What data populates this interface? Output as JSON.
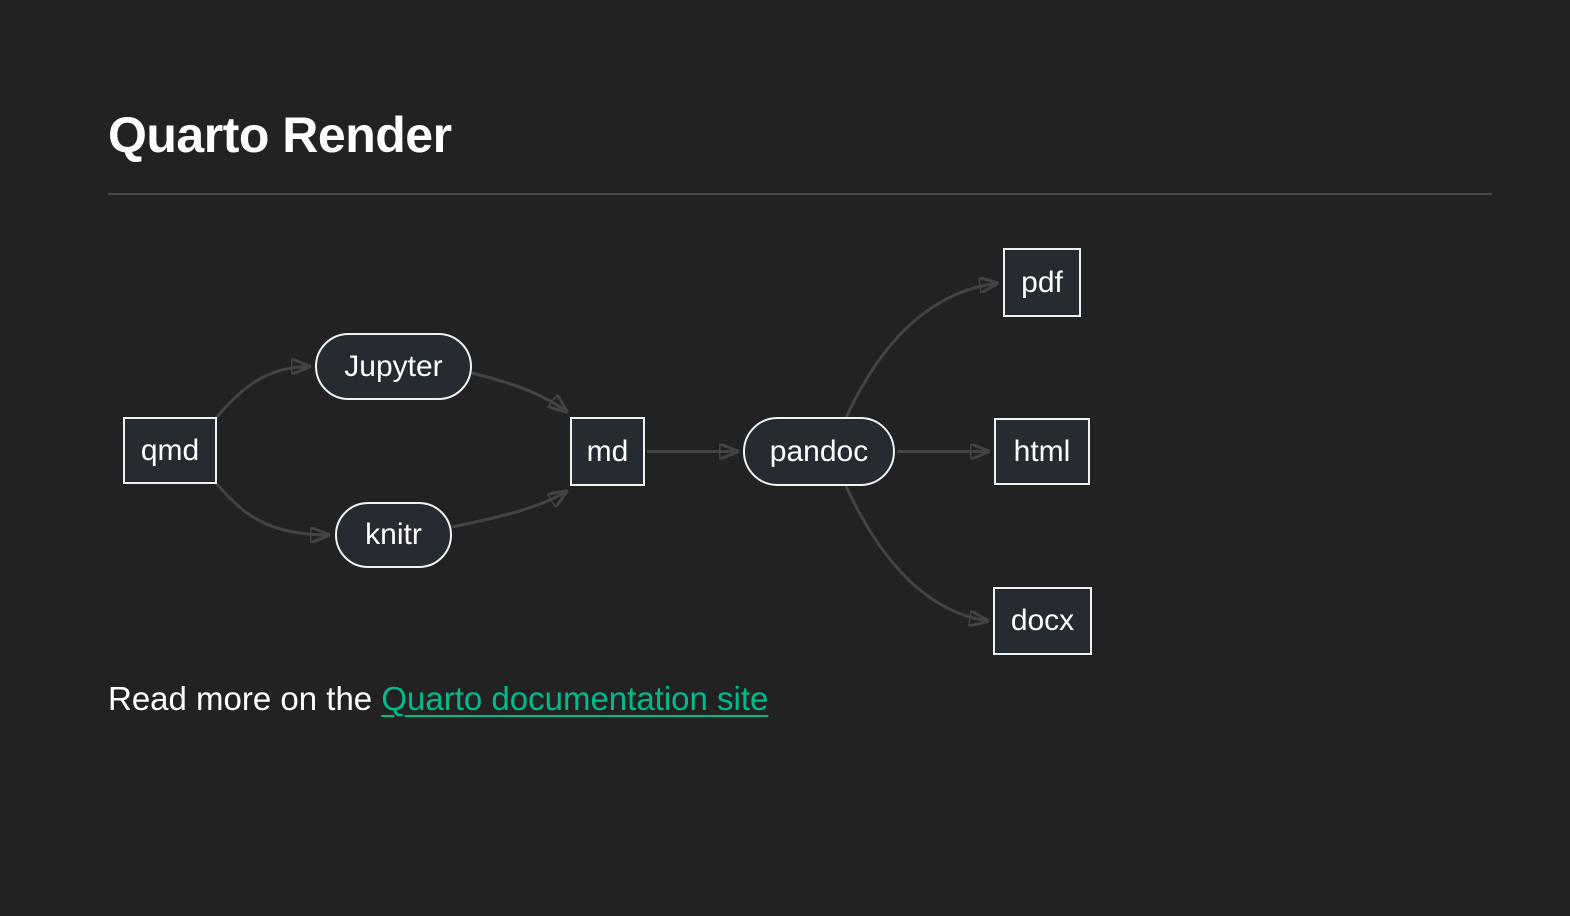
{
  "page": {
    "title": "Quarto Render",
    "read_more": {
      "prefix": "Read more on the ",
      "link_label": "Quarto documentation site"
    }
  },
  "diagram": {
    "type": "flowchart",
    "direction": "left-to-right",
    "nodes": [
      {
        "id": "qmd",
        "label": "qmd",
        "shape": "rect"
      },
      {
        "id": "jupyter",
        "label": "Jupyter",
        "shape": "stadium"
      },
      {
        "id": "knitr",
        "label": "knitr",
        "shape": "stadium"
      },
      {
        "id": "md",
        "label": "md",
        "shape": "rect"
      },
      {
        "id": "pandoc",
        "label": "pandoc",
        "shape": "stadium"
      },
      {
        "id": "pdf",
        "label": "pdf",
        "shape": "rect"
      },
      {
        "id": "html",
        "label": "html",
        "shape": "rect"
      },
      {
        "id": "docx",
        "label": "docx",
        "shape": "rect"
      }
    ],
    "edges": [
      {
        "from": "qmd",
        "to": "jupyter"
      },
      {
        "from": "qmd",
        "to": "knitr"
      },
      {
        "from": "jupyter",
        "to": "md"
      },
      {
        "from": "knitr",
        "to": "md"
      },
      {
        "from": "md",
        "to": "pandoc"
      },
      {
        "from": "pandoc",
        "to": "pdf"
      },
      {
        "from": "pandoc",
        "to": "html"
      },
      {
        "from": "pandoc",
        "to": "docx"
      }
    ]
  },
  "colors": {
    "background": "#222222",
    "text": "#ffffff",
    "link": "#00bc8c",
    "node_fill": "#262a31",
    "node_border": "#f1f1f1",
    "edge": "#434343",
    "divider": "#4a4a4a"
  }
}
